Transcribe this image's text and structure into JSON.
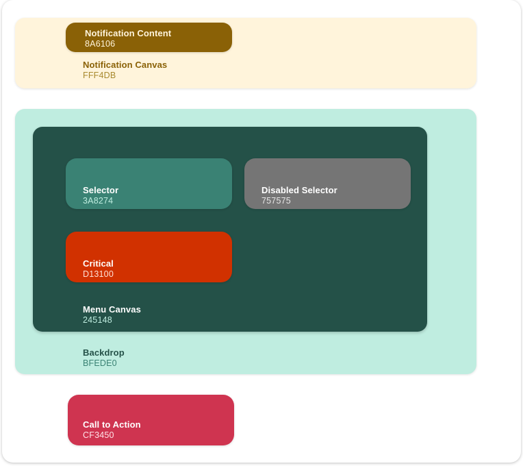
{
  "notification_canvas": {
    "name": "Notification Canvas",
    "code": "FFF4DB",
    "color": "#FFF4DB",
    "text_color": "#8A6106"
  },
  "notification_content": {
    "name": "Notification Content",
    "code": "8A6106",
    "color": "#8A6106",
    "text_color": "#FFF4DB"
  },
  "backdrop": {
    "name": "Backdrop",
    "code": "BFEDE0",
    "color": "#BFEDE0",
    "text_color": "#245148"
  },
  "menu_canvas": {
    "name": "Menu Canvas",
    "code": "245148",
    "color": "#245148",
    "text_color": "#FFFFFF",
    "code_color": "#BFEDE0"
  },
  "selector": {
    "name": "Selector",
    "code": "3A8274",
    "color": "#3A8274",
    "text_color": "#FFFFFF",
    "code_color": "#BFEDE0"
  },
  "disabled_selector": {
    "name": "Disabled Selector",
    "code": "757575",
    "color": "#757575",
    "text_color": "#FFFFFF",
    "code_color": "#E6E6E6"
  },
  "critical": {
    "name": "Critical",
    "code": "D13100",
    "color": "#D13100",
    "text_color": "#FFFFFF",
    "code_color": "#FFE0D6"
  },
  "call_to_action": {
    "name": "Call to Action",
    "code": "CF3450",
    "color": "#CF3450",
    "text_color": "#FFFFFF",
    "code_color": "#FFE3E8"
  }
}
